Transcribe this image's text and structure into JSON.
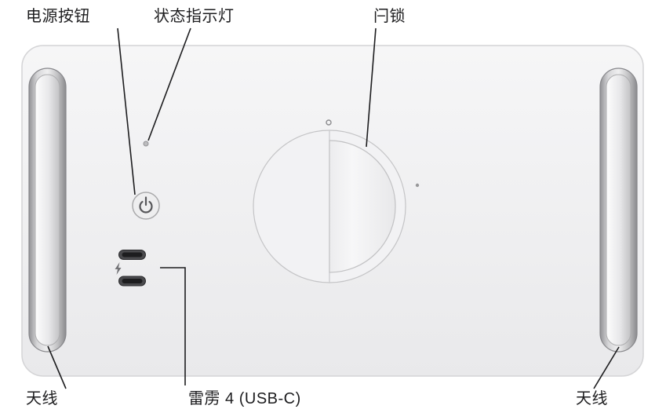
{
  "callouts": {
    "power_button": {
      "label": "电源按钮"
    },
    "status_indicator": {
      "label": "状态指示灯"
    },
    "latch": {
      "label": "闩锁"
    },
    "antenna_left": {
      "label": "天线"
    },
    "thunderbolt": {
      "label": "雷雳 4 (USB-C)"
    },
    "antenna_right": {
      "label": "天线"
    }
  },
  "icons": {
    "power": "power-icon",
    "thunderbolt": "thunderbolt-icon"
  },
  "colors": {
    "background": "#ffffff",
    "device_body": "#f0f0f2",
    "device_border": "#d4d4d6",
    "handle_metal_dark": "#8e8e91",
    "handle_metal_light": "#f0f0f1",
    "port_fill": "#4a4a4d",
    "leader_line": "#1d1d1f",
    "label_text": "#1d1d1f"
  }
}
